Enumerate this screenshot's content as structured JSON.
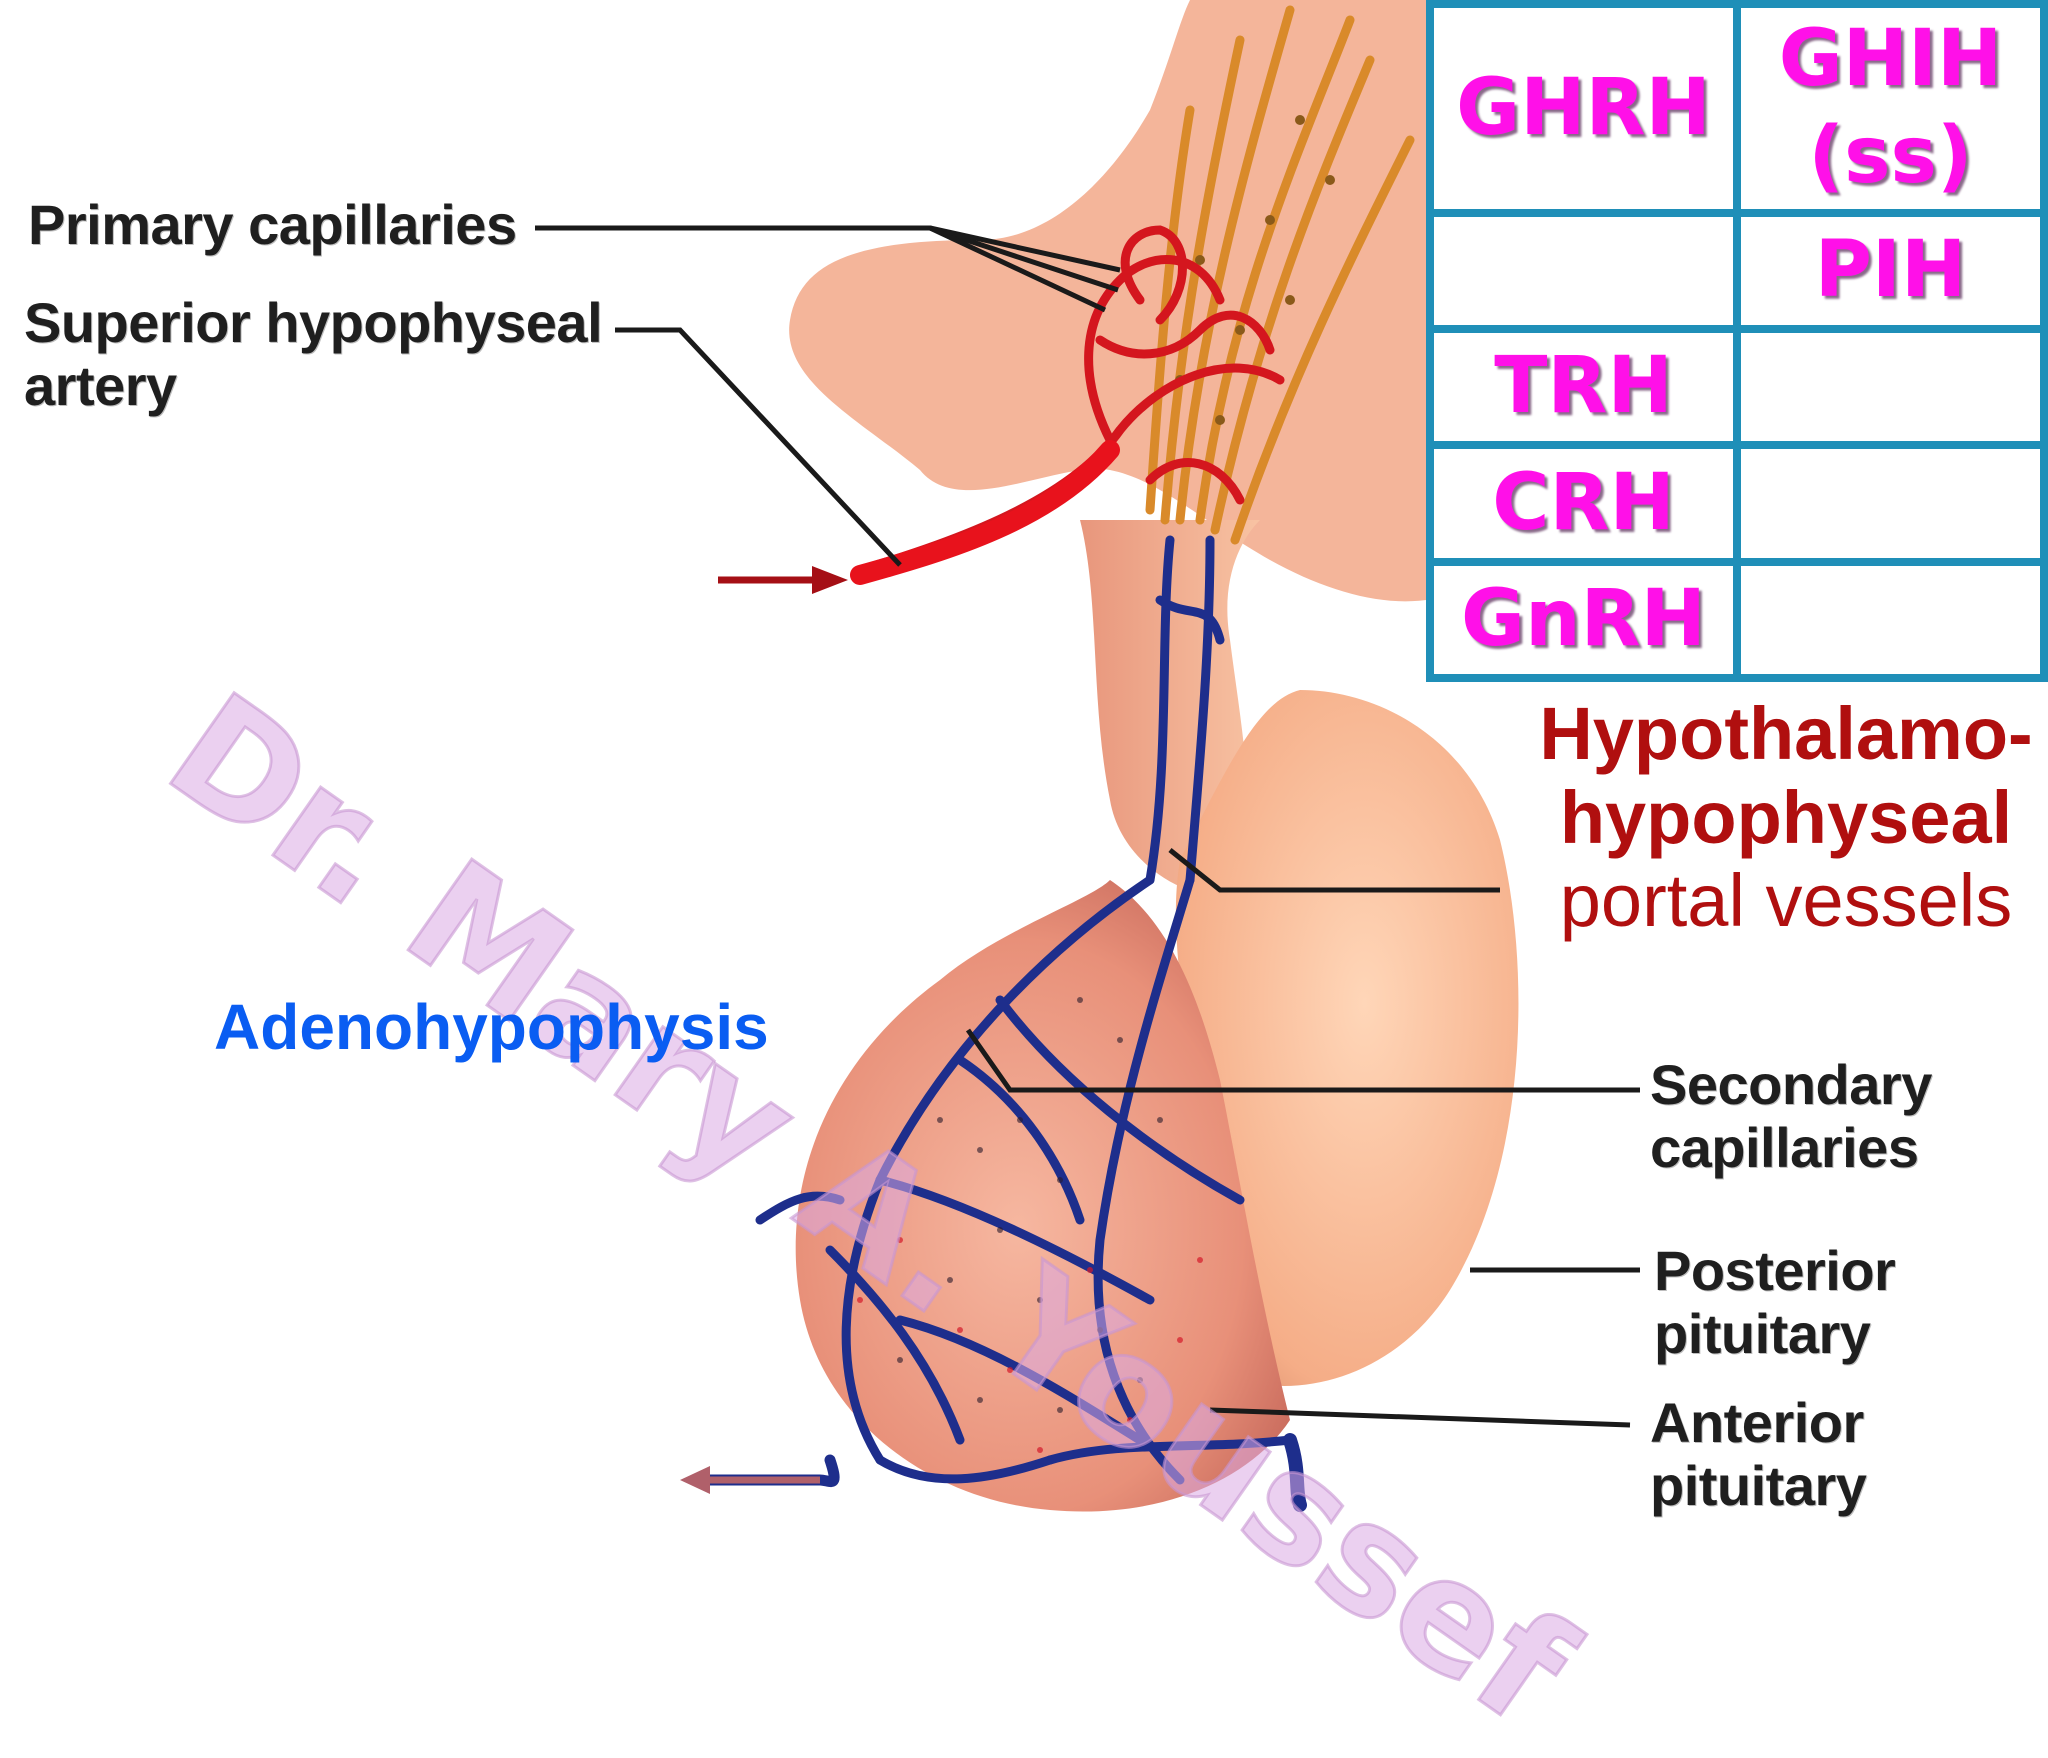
{
  "labels": {
    "primary_capillaries": "Primary capillaries",
    "superior_hypophyseal": [
      "Superior hypophyseal",
      "artery"
    ],
    "secondary_capillaries": [
      "Secondary",
      "capillaries"
    ],
    "posterior_pituitary": [
      "Posterior",
      "pituitary"
    ],
    "anterior_pituitary": [
      "Anterior",
      "pituitary"
    ],
    "adenohypophysis": "Adenohypophysis"
  },
  "portal_title": [
    "Hypothalamo-",
    "hypophyseal",
    "portal vessels"
  ],
  "watermark": "Dr. Mary A. Youssef",
  "hormone_table": {
    "rows": [
      [
        [
          "GHRH"
        ],
        [
          "GHIH",
          "(ss)"
        ]
      ],
      [
        [],
        [
          "PIH"
        ]
      ],
      [
        [
          "TRH"
        ],
        []
      ],
      [
        [
          "CRH"
        ],
        []
      ],
      [
        [
          "GnRH"
        ],
        []
      ]
    ]
  },
  "colors": {
    "table_border": "#1f8fb8",
    "hormone_text": "#ff10e8",
    "portal_text": "#b00f0f",
    "adeno_text": "#0a5df2",
    "artery": "#e8121c",
    "vein": "#1e2e8c",
    "tissue": "#f2a688"
  },
  "icons": [
    "red-arrow-icon",
    "outflow-arrow-icon"
  ]
}
